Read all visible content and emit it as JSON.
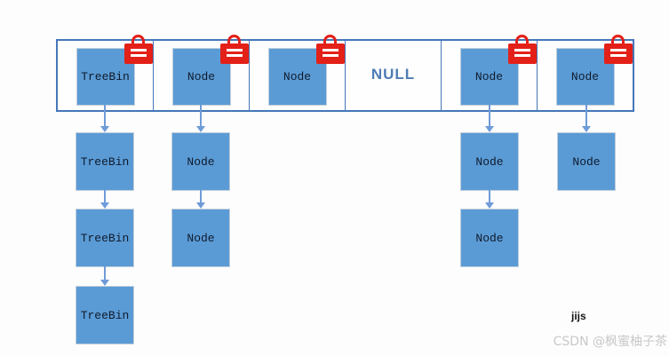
{
  "array": {
    "cells": [
      {
        "label": "TreeBin",
        "locked": true
      },
      {
        "label": "Node",
        "locked": true
      },
      {
        "label": "Node",
        "locked": true
      },
      {
        "label": "NULL",
        "locked": false,
        "empty": true
      },
      {
        "label": "Node",
        "locked": true
      },
      {
        "label": "Node",
        "locked": true
      }
    ]
  },
  "chains": {
    "col1": [
      "TreeBin",
      "TreeBin",
      "TreeBin"
    ],
    "col2": [
      "Node",
      "Node"
    ],
    "col5": [
      "Node",
      "Node"
    ],
    "col6": [
      "Node"
    ]
  },
  "footer": {
    "author": "jijs",
    "watermark": "CSDN @枫蜜柚子茶"
  },
  "colors": {
    "box_fill": "#5b9bd5",
    "box_text": "#0e1b2e",
    "row_border": "#4576b9",
    "arrow": "#6f9bd8",
    "lock_red": "#e32119",
    "null_text": "#4e7cb5",
    "watermark": "#c8c8c8"
  }
}
